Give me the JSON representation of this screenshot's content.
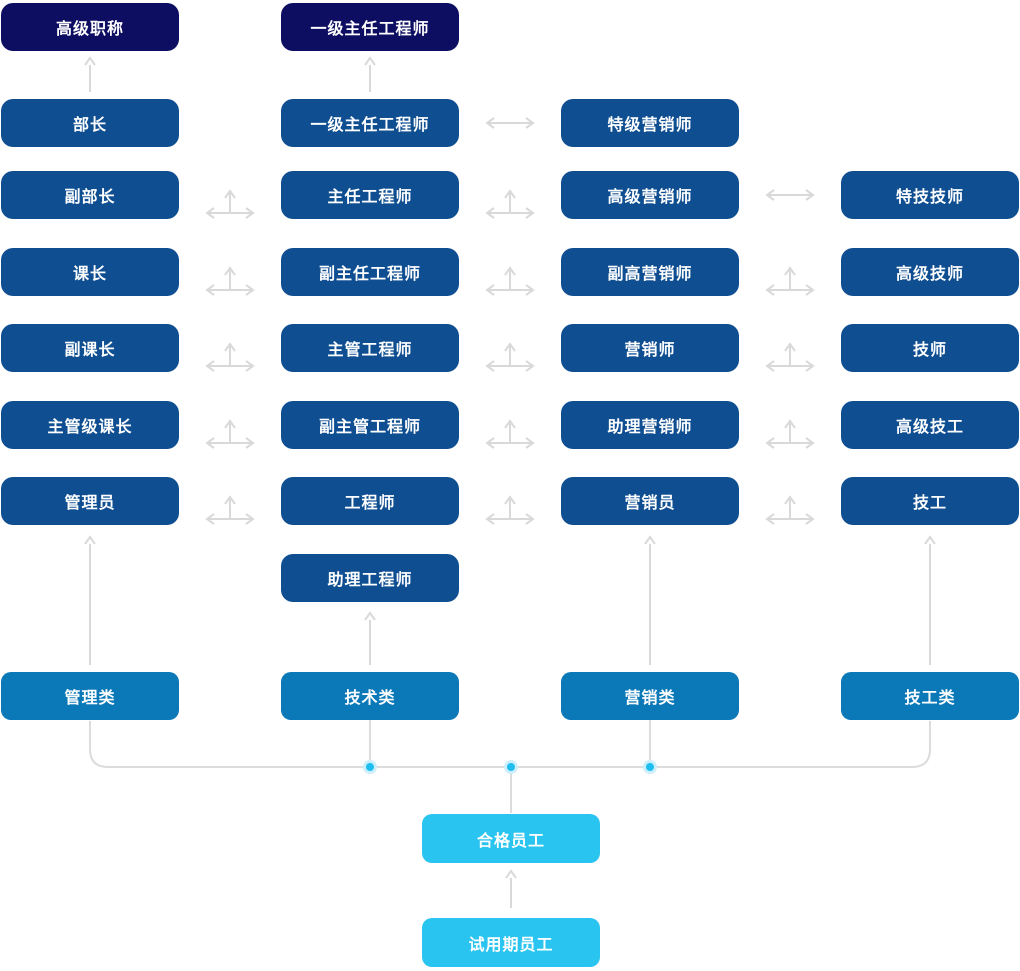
{
  "diagram_type": "career-path-flowchart",
  "colors": {
    "peak_box": "#0d0d62",
    "level_box": "#0e4e91",
    "category_box": "#0b78b8",
    "employee_box": "#29c4ef",
    "arrow_gray": "#d9d9d9",
    "connector_gray": "#dcdcdc",
    "junction_dot": "#29c4ef",
    "text": "#ffffff"
  },
  "columns": [
    {
      "id": "management",
      "category_label": "管理类",
      "peak_label": "高级职称",
      "levels": [
        "部长",
        "副部长",
        "课长",
        "副课长",
        "主管级课长",
        "管理员"
      ]
    },
    {
      "id": "technical",
      "category_label": "技术类",
      "peak_label": "一级主任工程师",
      "levels": [
        "一级主任工程师",
        "主任工程师",
        "副主任工程师",
        "主管工程师",
        "副主管工程师",
        "工程师",
        "助理工程师"
      ]
    },
    {
      "id": "marketing",
      "category_label": "营销类",
      "levels": [
        "特级营销师",
        "高级营销师",
        "副高营销师",
        "营销师",
        "助理营销师",
        "营销员"
      ]
    },
    {
      "id": "skilled",
      "category_label": "技工类",
      "levels": [
        "特技技师",
        "高级技师",
        "技师",
        "高级技工",
        "技工"
      ]
    }
  ],
  "base_levels": {
    "qualified": "合格员工",
    "probation": "试用期员工"
  }
}
